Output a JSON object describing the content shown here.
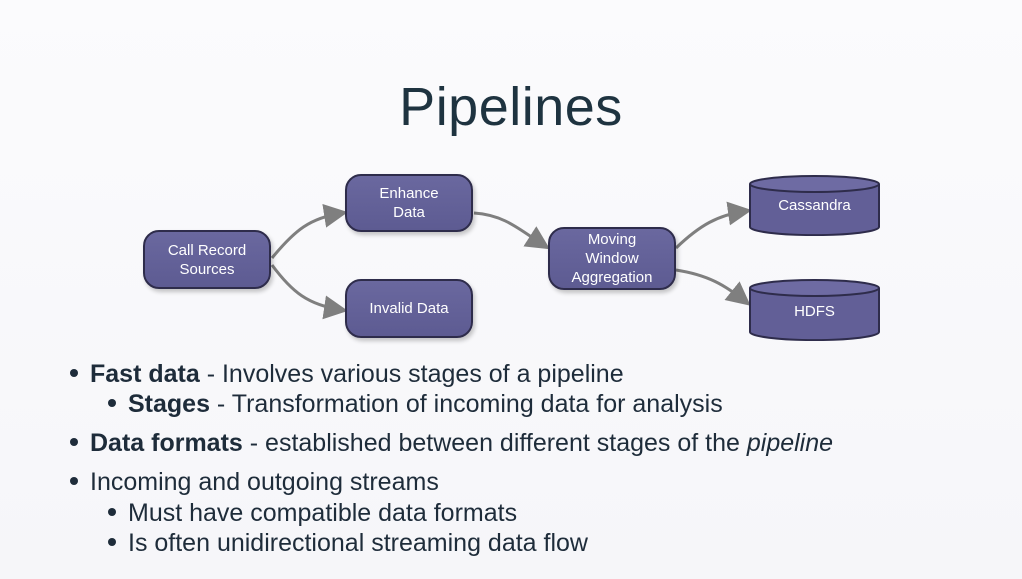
{
  "slide": {
    "title": "Pipelines"
  },
  "diagram": {
    "nodes": {
      "call_record_sources": "Call Record\nSources",
      "enhance_data": "Enhance\nData",
      "invalid_data": "Invalid Data",
      "moving_window_aggregation": "Moving\nWindow\nAggregation",
      "cassandra": "Cassandra",
      "hdfs": "HDFS"
    },
    "colors": {
      "node_fill": "#625f97",
      "node_border": "#2e2c4b",
      "arrow": "#7f7f7f"
    }
  },
  "bullets": {
    "b1": {
      "bold": "Fast data",
      "rest": " - Involves various stages of a pipeline"
    },
    "b1_1": {
      "bold": "Stages",
      "rest": " - Transformation of incoming data for analysis"
    },
    "b2": {
      "bold": "Data formats",
      "rest": " - established between different stages of the ",
      "italic": "pipeline"
    },
    "b3": {
      "text": "Incoming and outgoing streams"
    },
    "b3_1": {
      "text": "Must have compatible data formats"
    },
    "b3_2": {
      "text": "Is often unidirectional streaming data flow"
    }
  }
}
